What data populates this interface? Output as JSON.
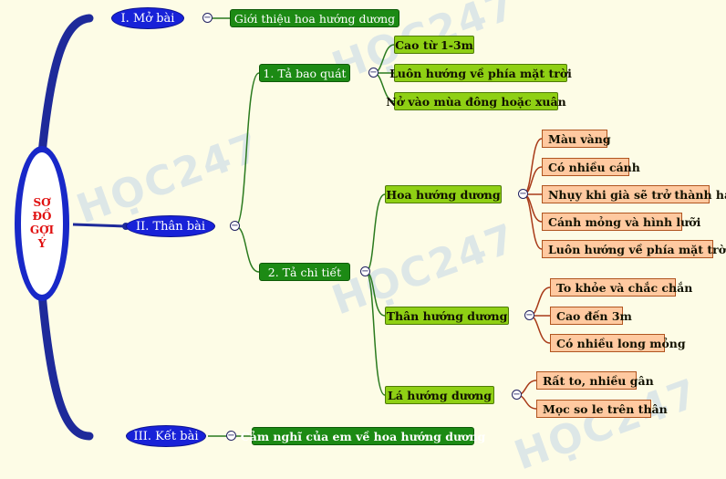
{
  "colors": {
    "background": "#fdfce6",
    "primary_ellipse": "#1822d8",
    "dark_green": "#1c8a14",
    "lime": "#8fd014",
    "salmon": "#ffc9a0",
    "center_text": "#e01010",
    "spine": "#1e2a9a",
    "branch_line": "#2a7a1e",
    "leaf_line": "#a83a18"
  },
  "watermark": "HỌC247",
  "center": {
    "lines": [
      "SƠ",
      "ĐỒ",
      "GỢI",
      "Ý"
    ]
  },
  "sections": [
    {
      "label": "I. Mở bài",
      "children": [
        {
          "label": "Giới thiệu hoa hướng dương"
        }
      ]
    },
    {
      "label": "II. Thân bài",
      "children": [
        {
          "label": "1. Tả bao quát",
          "children": [
            {
              "label": "Cao từ 1-3m"
            },
            {
              "label": "Luôn hướng về phía mặt trời"
            },
            {
              "label": "Nở vào mùa đông hoặc xuân"
            }
          ]
        },
        {
          "label": "2. Tả chi tiết",
          "children": [
            {
              "label": "Hoa hướng dương",
              "children": [
                {
                  "label": "Màu vàng"
                },
                {
                  "label": "Có nhiều cánh"
                },
                {
                  "label": "Nhụy khi già sẽ trở thành hạt"
                },
                {
                  "label": "Cánh mỏng và hình lưỡi"
                },
                {
                  "label": "Luôn hướng về phía mặt trời"
                }
              ]
            },
            {
              "label": "Thân hướng dương",
              "children": [
                {
                  "label": "To khỏe và chắc chắn"
                },
                {
                  "label": "Cao đến 3m"
                },
                {
                  "label": "Có nhiều long mỏng"
                }
              ]
            },
            {
              "label": "Lá hướng dương",
              "children": [
                {
                  "label": "Rất to, nhiều gân"
                },
                {
                  "label": "Mọc so le trên thân"
                }
              ]
            }
          ]
        }
      ]
    },
    {
      "label": "III. Kết bài",
      "children": [
        {
          "label": "Cảm nghĩ của em về  hoa hướng dương"
        }
      ]
    }
  ]
}
